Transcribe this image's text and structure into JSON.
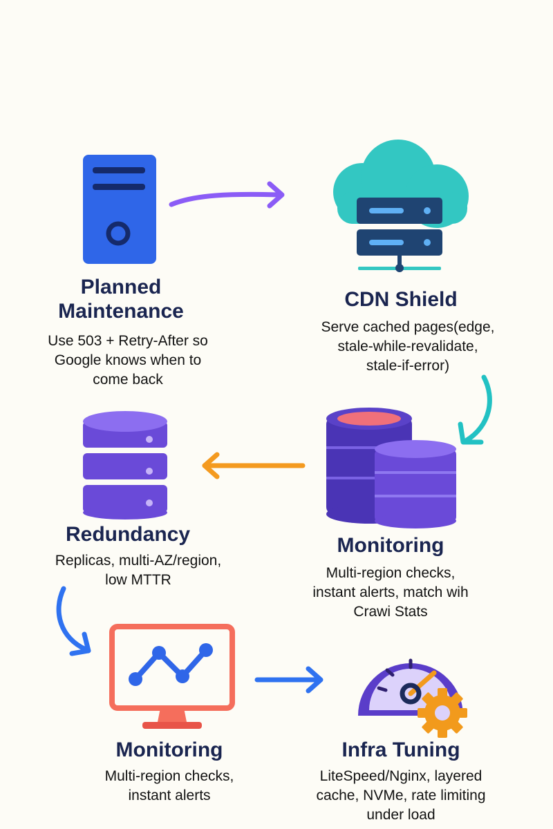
{
  "nodes": {
    "planned_maintenance": {
      "title": "Planned\nMaintenance",
      "desc": "Use 503 + Retry-After so\nGoogle knows when to\ncome back"
    },
    "cdn_shield": {
      "title": "CDN Shield",
      "desc": "Serve cached pages(edge,\nstale-while-revalidate,\nstale-if-error)"
    },
    "redundancy": {
      "title": "Redundancy",
      "desc": "Replicas, multi-AZ/region,\nlow MTTR"
    },
    "monitoring_db": {
      "title": "Monitoring",
      "desc": "Multi-region checks,\ninstant alerts, match wih\nCrawi Stats"
    },
    "monitoring_screen": {
      "title": "Monitoring",
      "desc": "Multi-region checks,\ninstant alerts"
    },
    "infra_tuning": {
      "title": "Infra Tuning",
      "desc": "LiteSpeed/Nginx, layered\ncache, NVMe, rate limiting\nunder load"
    }
  },
  "icons": {
    "server": "server-tower-icon",
    "cloud": "cloud-server-icon",
    "database": "database-icon",
    "databases": "database-stack-icon",
    "monitor": "monitor-chart-icon",
    "gauge": "speed-gauge-gear-icon"
  },
  "colors": {
    "background": "#fdfcf6",
    "server_blue": "#2f66e8",
    "cloud_teal": "#33c7c2",
    "db_purple": "#6a4ad8",
    "db_top_pink": "#f0707a",
    "monitor_coral": "#f56e5c",
    "gauge_purple": "#5a3dc9",
    "gear_orange": "#f29a1c",
    "arrow_purple": "#8b5cf6",
    "arrow_teal": "#22c1c3",
    "arrow_orange": "#f49a1f",
    "arrow_blue": "#2f72f0"
  }
}
